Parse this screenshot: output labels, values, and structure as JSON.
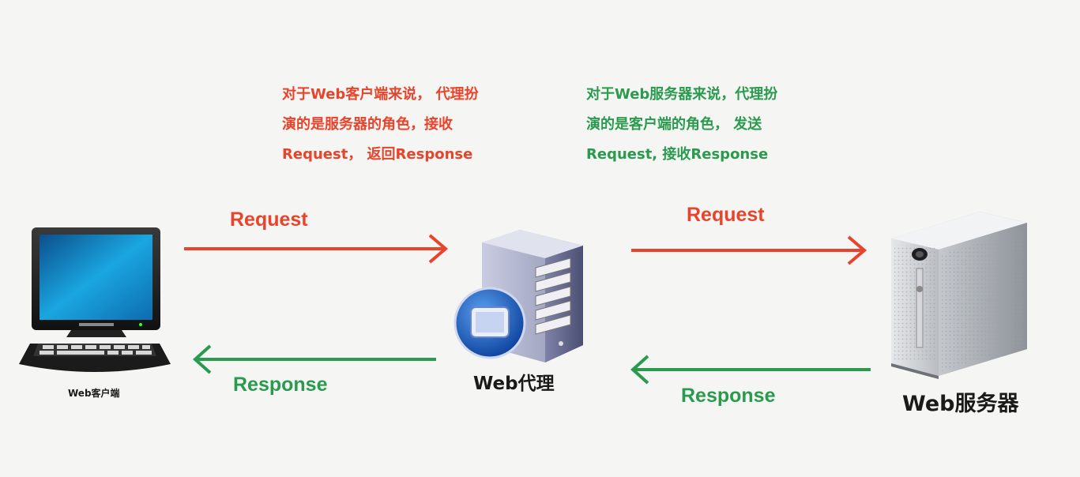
{
  "notes": {
    "client_side": {
      "line1": "对于Web客户端来说， 代理扮",
      "line2": "演的是服务器的角色，接收",
      "line3": "Request， 返回Response"
    },
    "server_side": {
      "line1": "对于Web服务器来说，代理扮",
      "line2": "演的是客户端的角色， 发送",
      "line3": "Request, 接收Response"
    }
  },
  "arrows": {
    "left_request": "Request",
    "left_response": "Response",
    "right_request": "Request",
    "right_response": "Response"
  },
  "nodes": {
    "client": "Web客户端",
    "proxy": "Web代理",
    "server": "Web服务器"
  },
  "colors": {
    "request": "#e8442c",
    "response": "#2a9a4e"
  },
  "icons": [
    "computer-icon",
    "proxy-server-icon",
    "server-tower-icon"
  ]
}
